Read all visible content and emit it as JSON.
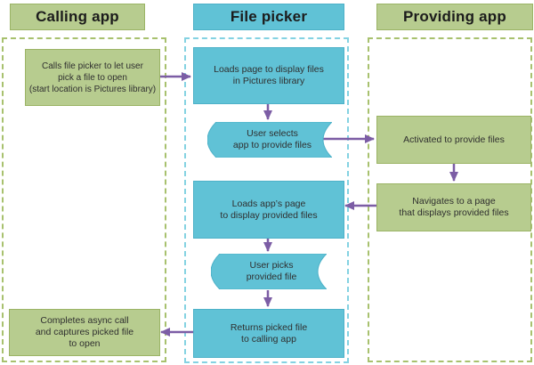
{
  "diagram": {
    "columns": [
      {
        "header": "Calling app"
      },
      {
        "header": "File picker"
      },
      {
        "header": "Providing app"
      }
    ],
    "nodes": {
      "calls_file_picker": "Calls file picker to let user\npick a file to open\n(start location is Pictures library)",
      "loads_page": "Loads page to display files\nin Pictures library",
      "user_selects": "User selects\napp to provide files",
      "activated": "Activated to provide files",
      "loads_apps_page": "Loads app’s page\nto display provided files",
      "navigates": "Navigates to a page\nthat displays provided files",
      "user_picks": "User picks\nprovided file",
      "returns_file": "Returns picked file\nto calling app",
      "completes": "Completes async call\nand captures picked file\nto open"
    }
  },
  "colors": {
    "green_fill": "#b7cc8f",
    "green_border": "#9bb465",
    "blue_fill": "#60c2d6",
    "blue_border": "#4db1c8",
    "dash_green": "#a8c16e",
    "dash_blue": "#84d2e2",
    "arrow": "#7c5da5"
  }
}
